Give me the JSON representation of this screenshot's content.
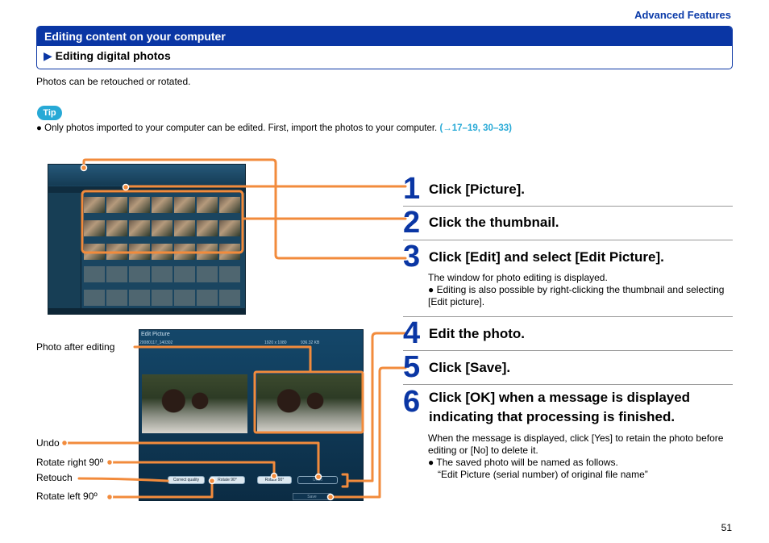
{
  "header": {
    "section": "Advanced Features",
    "title": "Editing content on your computer",
    "subtitle": "Editing digital photos"
  },
  "intro": "Photos can be retouched or rotated.",
  "tip": {
    "badge": "Tip",
    "bullet": "●",
    "text": "Only photos imported to your computer can be edited. First, import the photos to your computer.",
    "link": "(→17–19, 30–33)"
  },
  "steps": [
    {
      "num": "1",
      "title": "Click [Picture]."
    },
    {
      "num": "2",
      "title": "Click the thumbnail."
    },
    {
      "num": "3",
      "title": "Click [Edit] and select [Edit Picture].",
      "note": "The window for photo editing is displayed.",
      "bullet": "●",
      "bullet_text": "Editing is also possible by right-clicking the thumbnail and selecting [Edit picture]."
    },
    {
      "num": "4",
      "title": "Edit the photo."
    },
    {
      "num": "5",
      "title": "Click [Save]."
    },
    {
      "num": "6",
      "title_line1": "Click [OK] when a message is displayed",
      "title_line2": "indicating that processing is finished.",
      "note": "When the message is displayed, click [Yes] to retain the photo before editing or [No] to delete it.",
      "bullet": "●",
      "bullet_text_line1": "The saved photo will be named as follows.",
      "bullet_text_line2": "“Edit Picture (serial number) of original file name”"
    }
  ],
  "callouts": {
    "photo_after": "Photo after editing",
    "undo": "Undo",
    "rotate_right": "Rotate right 90º",
    "retouch": "Retouch",
    "rotate_left": "Rotate left 90º"
  },
  "edit_window": {
    "title": "Edit Picture",
    "filename": "20080117_140302",
    "resolution": "1920 x 1080",
    "filesize": "936.32 KB",
    "btn_correct": "Correct quality",
    "btn_rotate_left": "Rotate 90°",
    "btn_rotate_right": "Rotate 90°",
    "btn_undo": "Undo",
    "btn_save": "Save"
  },
  "colors": {
    "accent": "#0a36a4",
    "tip": "#27a9d6",
    "callout": "#f28b3c"
  },
  "page_number": "51"
}
